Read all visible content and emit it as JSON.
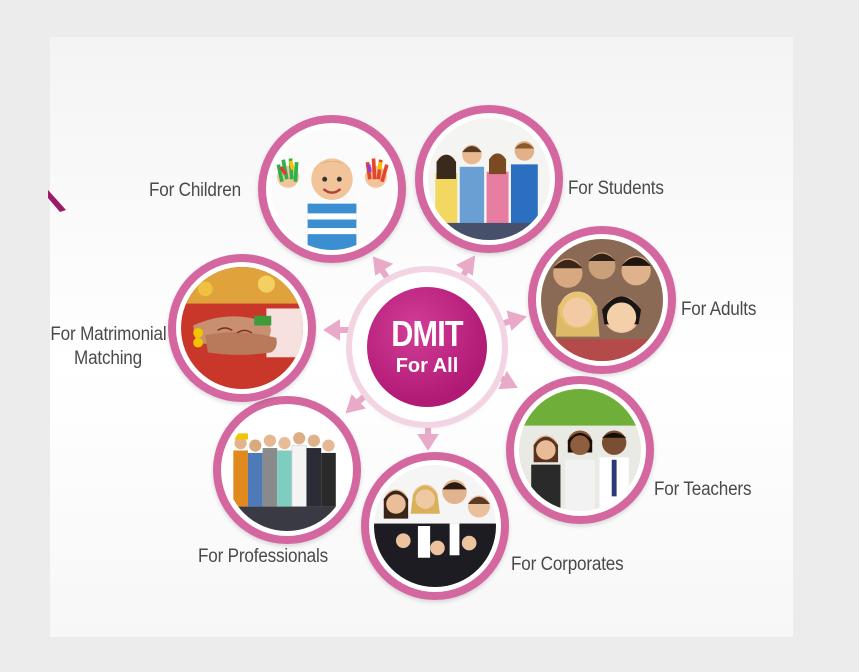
{
  "center": {
    "title": "DMIT",
    "subtitle": "For All"
  },
  "segments": [
    {
      "id": "children",
      "label": "For Children",
      "icon": "child-painted-hands-photo"
    },
    {
      "id": "students",
      "label": "For Students",
      "icon": "students-group-photo"
    },
    {
      "id": "adults",
      "label": "For Adults",
      "icon": "adults-group-photo"
    },
    {
      "id": "teachers",
      "label": "For Teachers",
      "icon": "teachers-classroom-photo"
    },
    {
      "id": "corporates",
      "label": "For Corporates",
      "icon": "corporates-thumbs-up-photo"
    },
    {
      "id": "professionals",
      "label": "For Professionals",
      "icon": "professionals-lineup-photo"
    },
    {
      "id": "matrimonial",
      "label_line1": "For Matrimonial",
      "label_line2": "Matching",
      "icon": "wedding-hands-photo"
    }
  ],
  "colors": {
    "accent": "#b01a74",
    "ring": "#d4679f",
    "arrow": "#e9a9c9",
    "text": "#4a4a4a"
  }
}
